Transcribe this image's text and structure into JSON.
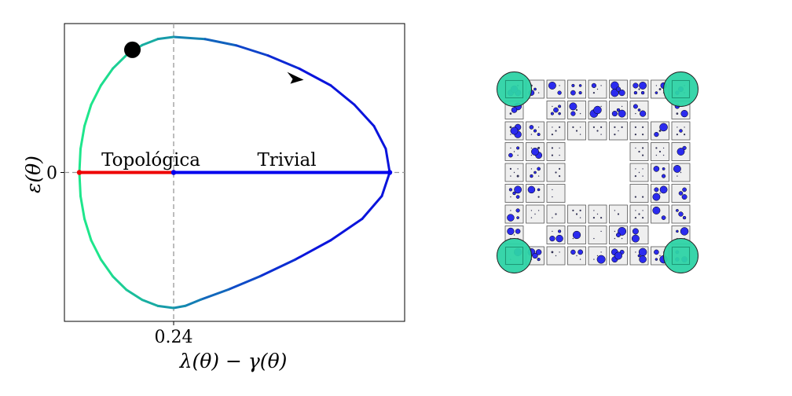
{
  "chart_data": [
    {
      "type": "line",
      "title": "",
      "xlabel": "λ(θ) − γ(θ)",
      "ylabel": "ε(θ)",
      "xticks": [
        {
          "value": 0.24,
          "label": "0.24"
        }
      ],
      "yticks": [
        {
          "value": 0,
          "label": "0"
        }
      ],
      "xlim": [
        0.0,
        1.0
      ],
      "ylim": [
        -1.2,
        1.2
      ],
      "reference_lines": {
        "vertical_x": 0.24,
        "horizontal_y": 0,
        "style": "dashed",
        "color": "#999999"
      },
      "series": [
        {
          "points": [
            [
              0.24,
              1.0
            ],
            [
              0.32,
              0.984
            ],
            [
              0.4,
              0.937
            ],
            [
              0.48,
              0.863
            ],
            [
              0.56,
              0.766
            ],
            [
              0.64,
              0.642
            ],
            [
              0.7,
              0.5
            ],
            [
              0.75,
              0.342
            ],
            [
              0.78,
              0.174
            ],
            [
              0.79,
              0.0
            ],
            [
              0.77,
              -0.174
            ],
            [
              0.72,
              -0.342
            ],
            [
              0.64,
              -0.5
            ],
            [
              0.55,
              -0.642
            ],
            [
              0.46,
              -0.766
            ],
            [
              0.38,
              -0.863
            ],
            [
              0.31,
              -0.937
            ],
            [
              0.27,
              -0.984
            ],
            [
              0.24,
              -1.0
            ],
            [
              0.2,
              -0.985
            ],
            [
              0.16,
              -0.94
            ],
            [
              0.12,
              -0.866
            ],
            [
              0.085,
              -0.766
            ],
            [
              0.055,
              -0.643
            ],
            [
              0.03,
              -0.5
            ],
            [
              0.013,
              -0.342
            ],
            [
              0.003,
              -0.174
            ],
            [
              0.0,
              0.0
            ],
            [
              0.003,
              0.174
            ],
            [
              0.013,
              0.342
            ],
            [
              0.03,
              0.5
            ],
            [
              0.055,
              0.643
            ],
            [
              0.085,
              0.766
            ],
            [
              0.12,
              0.866
            ],
            [
              0.16,
              0.94
            ],
            [
              0.2,
              0.985
            ],
            [
              0.24,
              1.0
            ]
          ],
          "color_gradient": [
            "#0a14dc",
            "#1ee68c"
          ],
          "direction_arrow_at": [
            0.535,
            0.695
          ]
        },
        {
          "points": [
            [
              0.0,
              0.0
            ],
            [
              0.24,
              0.0
            ]
          ],
          "color": "#ee0000",
          "label": "Topológica"
        },
        {
          "points": [
            [
              0.24,
              0.0
            ],
            [
              0.79,
              0.0
            ]
          ],
          "color": "#0000ee",
          "label": "Trivial"
        }
      ],
      "marker": {
        "x": 0.135,
        "y": 0.905,
        "color": "#000000"
      },
      "grid": false
    }
  ],
  "lattice": {
    "cell_fill": "#efefef",
    "cell_border": "#555555",
    "dot_color": "#2b2bee",
    "corner_color": "#2dd3a5"
  }
}
